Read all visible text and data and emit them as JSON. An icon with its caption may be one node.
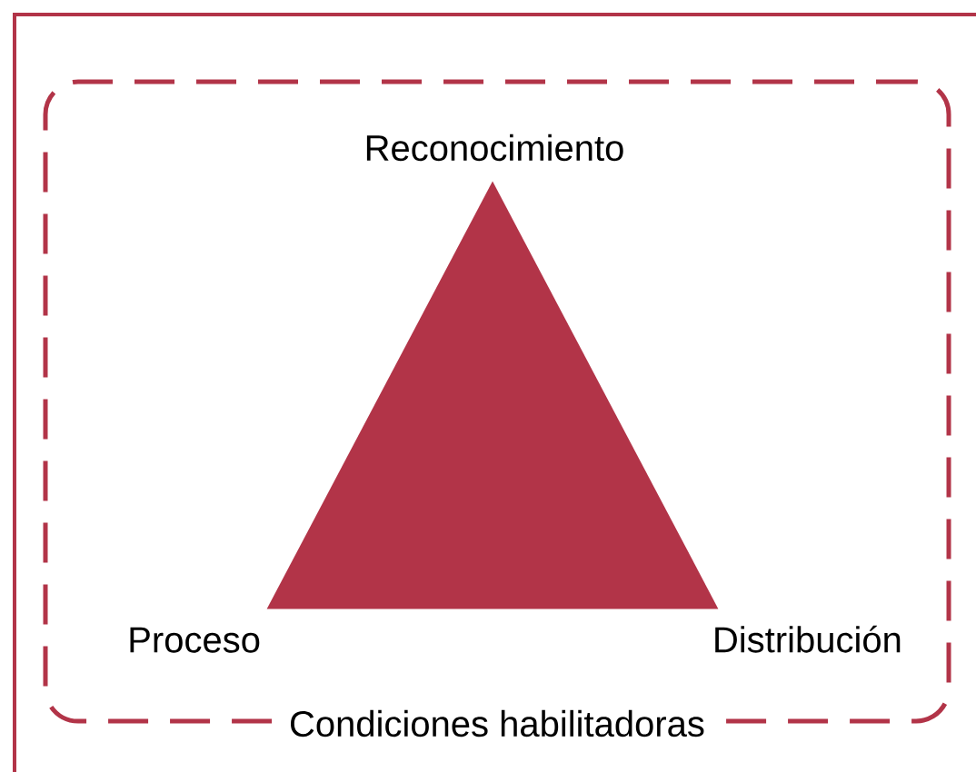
{
  "diagram": {
    "nodes": [
      {
        "text": [
          "Condiciones habilitadoras"
        ]
      },
      {
        "text": [],
        "shape": "triangle",
        "in": 0,
        "beside": [
          "Reconocimiento",
          "Proceso",
          "Distribución"
        ]
      }
    ],
    "edges": []
  }
}
